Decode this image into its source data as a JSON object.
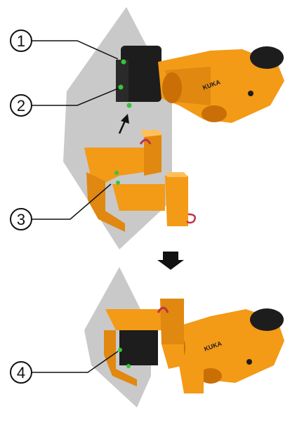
{
  "callouts": [
    {
      "label": "1"
    },
    {
      "label": "2"
    },
    {
      "label": "3"
    },
    {
      "label": "4"
    }
  ],
  "robot_brand": "KUKA",
  "colors": {
    "orange": "#f39a17",
    "orange_dark": "#c96f05",
    "orange_light": "#ffc05a",
    "black": "#1d1d1d",
    "plane": "#c9c9c9",
    "marker_green": "#35c63a",
    "marker_red": "#c0304a",
    "arrow": "#111111"
  },
  "icons": {
    "approach_arrow": "arrow-up-icon",
    "step_arrow": "arrow-down-icon"
  }
}
